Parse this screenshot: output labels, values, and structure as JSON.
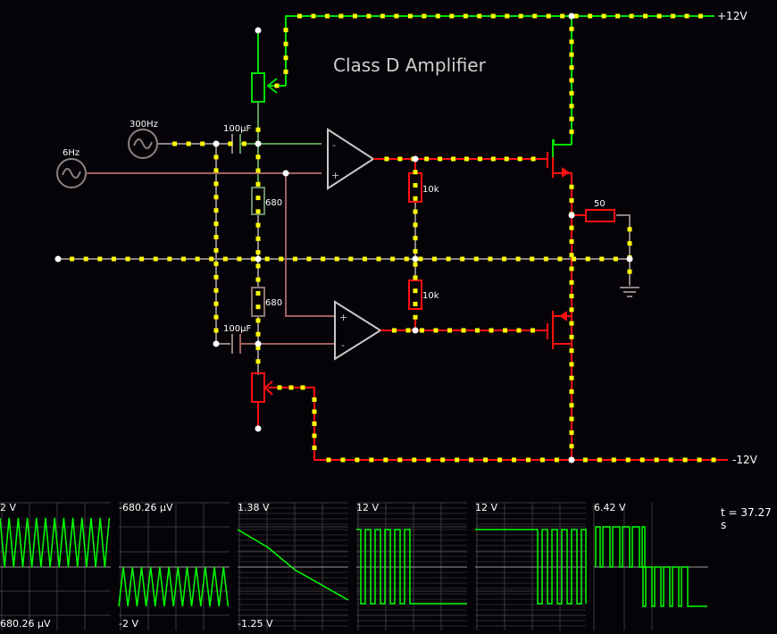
{
  "app": {
    "title": "Class D Amplifier"
  },
  "rails": {
    "positive": "+12V",
    "negative": "-12V"
  },
  "sources": [
    {
      "id": "src-300hz",
      "label": "300Hz"
    },
    {
      "id": "src-6hz",
      "label": "6Hz"
    }
  ],
  "components": {
    "cap_top": "100µF",
    "cap_bottom": "100µF",
    "res_680_top": "680",
    "res_680_bottom": "680",
    "res_10k_top": "10k",
    "res_10k_bottom": "10k",
    "res_load": "50"
  },
  "colors": {
    "background": "#050308",
    "wire_pos": "#00e000",
    "wire_neg": "#ff1010",
    "wire_neutral": "#8c8282",
    "wire_brown": "#a06060",
    "current_dot": "#ffff00",
    "node": "#ffffff",
    "trace": "#00ff00",
    "scope_grid": "#3a3a3a",
    "scope_axis": "#9a9a9a"
  },
  "scopes": [
    {
      "name": "scope-1",
      "top_label": "2 V",
      "bottom_label": "680.26 µV"
    },
    {
      "name": "scope-2",
      "top_label": "-680.26 µV",
      "bottom_label": "-2 V"
    },
    {
      "name": "scope-3",
      "top_label": "1.38 V",
      "bottom_label": "-1.25 V"
    },
    {
      "name": "scope-4",
      "top_label": "12 V",
      "bottom_label": ""
    },
    {
      "name": "scope-5",
      "top_label": "12 V",
      "bottom_label": ""
    },
    {
      "name": "scope-6",
      "top_label": "6.42 V",
      "bottom_label": ""
    }
  ],
  "status": {
    "time": "t = 37.27 s"
  }
}
